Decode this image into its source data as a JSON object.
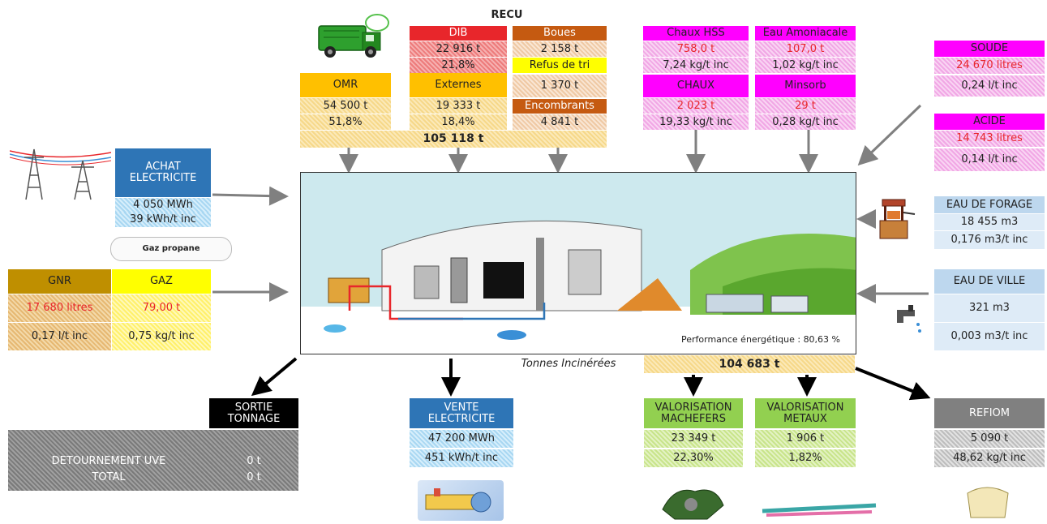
{
  "recu": {
    "title": "RECU",
    "omr": {
      "label": "OMR",
      "tonnage": "54 500 t",
      "pct": "51,8%"
    },
    "externes": {
      "label": "Externes",
      "tonnage": "19 333 t",
      "pct": "18,4%"
    },
    "dib": {
      "label": "DIB",
      "tonnage": "22 916 t",
      "pct": "21,8%"
    },
    "boues": {
      "label": "Boues",
      "tonnage": "2 158 t"
    },
    "refus": {
      "label": "Refus de tri",
      "tonnage": "1 370 t"
    },
    "encombrants": {
      "label": "Encombrants",
      "tonnage": "4 841 t"
    },
    "total": "105 118 t"
  },
  "reactifs": {
    "chaux_hss": {
      "label": "Chaux HSS",
      "qty": "758,0 t",
      "ratio": "7,24 kg/t inc"
    },
    "eau_amoniacale": {
      "label": "Eau Amoniacale",
      "qty": "107,0 t",
      "ratio": "1,02 kg/t inc"
    },
    "chaux": {
      "label": "CHAUX",
      "qty": "2 023 t",
      "ratio": "19,33 kg/t inc"
    },
    "minsorb": {
      "label": "Minsorb",
      "qty": "29 t",
      "ratio": "0,28 kg/t inc"
    },
    "soude": {
      "label": "SOUDE",
      "qty": "24 670 litres",
      "ratio": "0,24 l/t inc"
    },
    "acide": {
      "label": "ACIDE",
      "qty": "14 743 litres",
      "ratio": "0,14 l/t inc"
    }
  },
  "eau": {
    "forage": {
      "label": "EAU DE FORAGE",
      "qty": "18 455 m3",
      "ratio": "0,176 m3/t inc"
    },
    "ville": {
      "label": "EAU DE VILLE",
      "qty": "321 m3",
      "ratio": "0,003 m3/t inc"
    }
  },
  "achat_elec": {
    "label_1": "ACHAT",
    "label_2": "ELECTRICITE",
    "qty": "4 050 MWh",
    "ratio": "39 kWh/t inc"
  },
  "gaz_propane_label": "Gaz propane",
  "gnr": {
    "label": "GNR",
    "qty": "17 680 litres",
    "ratio": "0,17 l/t inc"
  },
  "gaz": {
    "label": "GAZ",
    "qty": "79,00 t",
    "ratio": "0,75 kg/t inc"
  },
  "plant": {
    "performance": "Performance énergétique : 80,63 %",
    "tonnes_label": "Tonnes Incinérées",
    "tonnes_value": "104 683 t"
  },
  "sortie": {
    "label_1": "SORTIE",
    "label_2": "TONNAGE",
    "rows": [
      {
        "label": "DETOURNEMENT UVE",
        "value": "0 t"
      },
      {
        "label": "TOTAL",
        "value": "0 t"
      }
    ]
  },
  "vente_elec": {
    "label_1": "VENTE",
    "label_2": "ELECTRICITE",
    "qty": "47 200 MWh",
    "ratio": "451 kWh/t inc"
  },
  "machefers": {
    "label_1": "VALORISATION",
    "label_2": "MACHEFERS",
    "qty": "23 349 t",
    "pct": "22,30%"
  },
  "metaux": {
    "label_1": "VALORISATION",
    "label_2": "METAUX",
    "qty": "1 906 t",
    "pct": "1,82%"
  },
  "refiom": {
    "label": "REFIOM",
    "qty": "5 090 t",
    "ratio": "48,62 kg/t inc"
  },
  "colors": {
    "blue_header": "#2e75b6",
    "light_blue_header": "#bdd7ee",
    "magenta": "#ff00ff",
    "orange": "#ffc000",
    "red_header": "#e8262b",
    "brown_header": "#c55a11",
    "yellow": "#ffff00",
    "green_header": "#92d050",
    "gray_header": "#808080",
    "gnr_header": "#bf8f00",
    "red_text": "#e8262b"
  }
}
